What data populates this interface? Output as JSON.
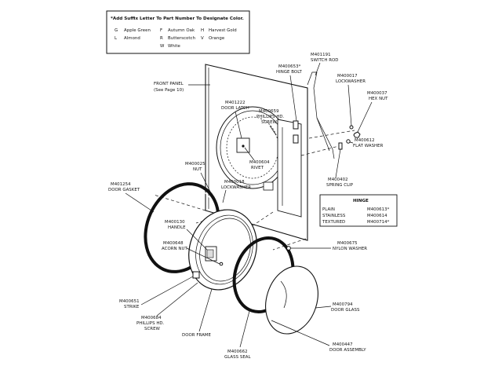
{
  "legend": {
    "title": "*Add Suffix Letter To Part Number To Designate Color.",
    "colors": [
      {
        "code": "G",
        "name": "Apple Green"
      },
      {
        "code": "F",
        "name": "Autumn Oak"
      },
      {
        "code": "H",
        "name": "Harvest Gold"
      },
      {
        "code": "L",
        "name": "Almond"
      },
      {
        "code": "R",
        "name": "Butterscotch"
      },
      {
        "code": "V",
        "name": "Orange"
      },
      {
        "code": "W",
        "name": "White"
      }
    ]
  },
  "hinge_table": {
    "title": "HINGE",
    "rows": [
      {
        "label": "PLAIN",
        "part": "M400613*"
      },
      {
        "label": "STAINLESS",
        "part": "M400614"
      },
      {
        "label": "TEXTURED",
        "part": "M400714*"
      }
    ]
  },
  "callouts": {
    "front_panel": {
      "line1": "FRONT PANEL",
      "line2": "(See Page 10)"
    },
    "switch_rod": {
      "part": "M401191",
      "name": "SWITCH ROD"
    },
    "hinge_bolt": {
      "part": "M400653*",
      "name": "HINGE BOLT"
    },
    "lockwasher_top": {
      "part": "M400017",
      "name": "LOCKWASHER"
    },
    "hex_nut": {
      "part": "M400037",
      "name": "HEX NUT"
    },
    "door_latch": {
      "part": "M401222",
      "name": "DOOR LATCH"
    },
    "phillips_screw_top": {
      "part": "M400659",
      "name1": "PHILLIPS HD.",
      "name2": "SCREW"
    },
    "flat_washer": {
      "part": "M400612",
      "name": "FLAT WASHER"
    },
    "rivet": {
      "part": "M400604",
      "name": "RIVET"
    },
    "nut": {
      "part": "M400025",
      "name": "NUT"
    },
    "spring_clip": {
      "part": "M400402",
      "name": "SPRING CLIP"
    },
    "lockwasher_mid": {
      "part": "M400018",
      "name": "LOCKWASHER"
    },
    "door_gasket": {
      "part": "M401254",
      "name": "DOOR GASKET"
    },
    "handle": {
      "part": "M400130",
      "name": "HANDLE"
    },
    "acorn_nut": {
      "part": "M400648",
      "name": "ACORN NUT"
    },
    "nylon_washer": {
      "part": "M400675",
      "name": "NYLON WASHER"
    },
    "strike": {
      "part": "M400651",
      "name": "STRIKE"
    },
    "phillips_screw_bottom": {
      "part": "M400684",
      "name1": "PHILLIPS HD.",
      "name2": "SCREW"
    },
    "door_glass": {
      "part": "M400794",
      "name": "DOOR GLASS"
    },
    "door_frame": {
      "name": "DOOR FRAME"
    },
    "glass_seal": {
      "part": "M400662",
      "name": "GLASS SEAL"
    },
    "door_assembly": {
      "part": "M400447",
      "name": "DOOR ASSEMBLY"
    }
  }
}
